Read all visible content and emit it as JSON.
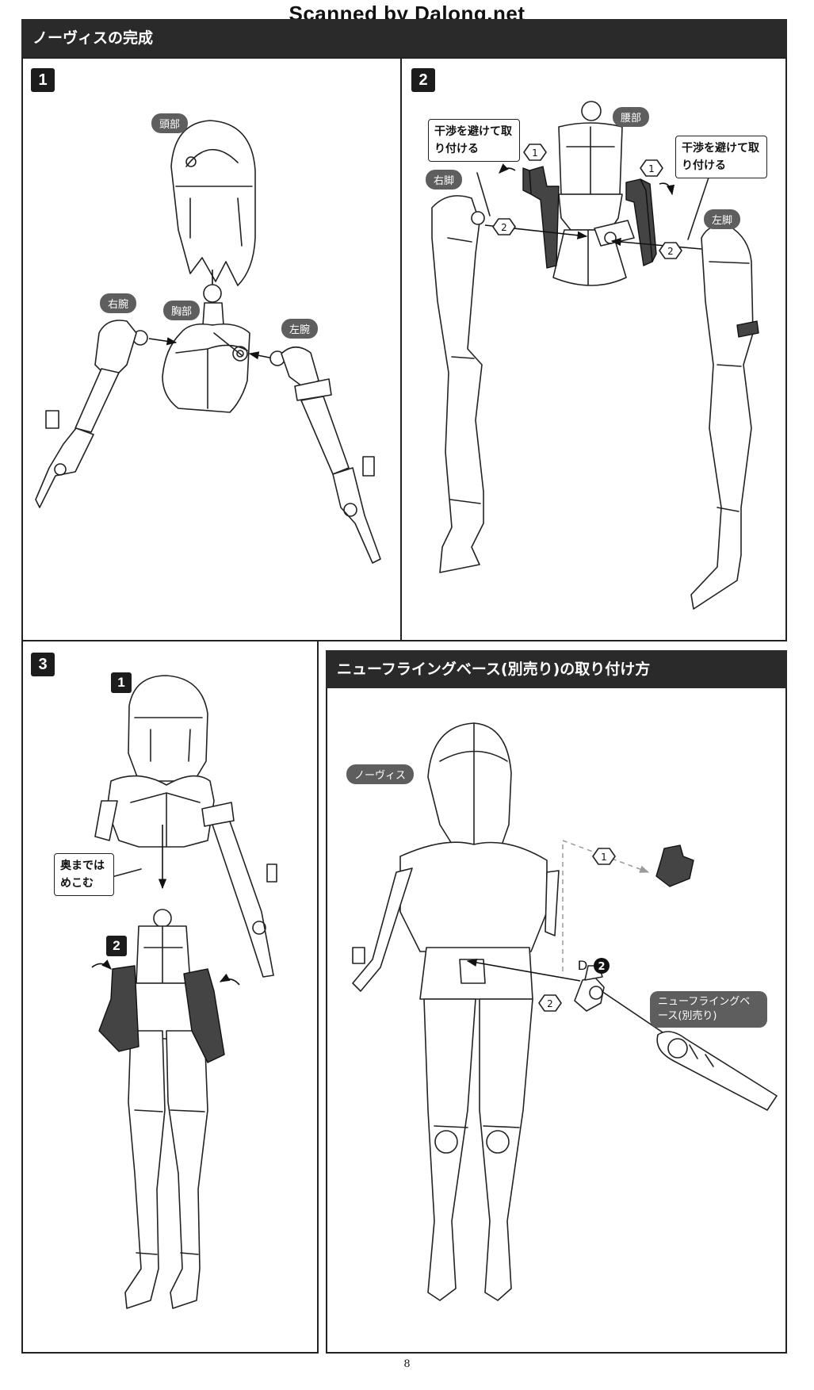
{
  "watermark": "Scanned by Dalong.net",
  "page_number": "8",
  "section_completion": {
    "title": "ノーヴィスの完成",
    "step1": {
      "number": "1",
      "label_head": "頭部",
      "label_right_arm": "右腕",
      "label_chest": "胸部",
      "label_left_arm": "左腕"
    },
    "step2": {
      "number": "2",
      "label_waist": "腰部",
      "label_right_leg": "右脚",
      "label_left_leg": "左脚",
      "callout_left": "干渉を避けて取り付ける",
      "callout_right": "干渉を避けて取り付ける",
      "mark_1": "1",
      "mark_2": "2"
    },
    "step3": {
      "number": "3",
      "sub_1": "1",
      "sub_2": "2",
      "callout": "奥まではめこむ"
    }
  },
  "section_base": {
    "title": "ニューフライングベース(別売り)の取り付け方",
    "label_novis": "ノーヴィス",
    "label_base": "ニューフライングベース(別売り)",
    "part_letter": "D",
    "part_number": "2",
    "mark_1": "1",
    "mark_2": "2"
  }
}
